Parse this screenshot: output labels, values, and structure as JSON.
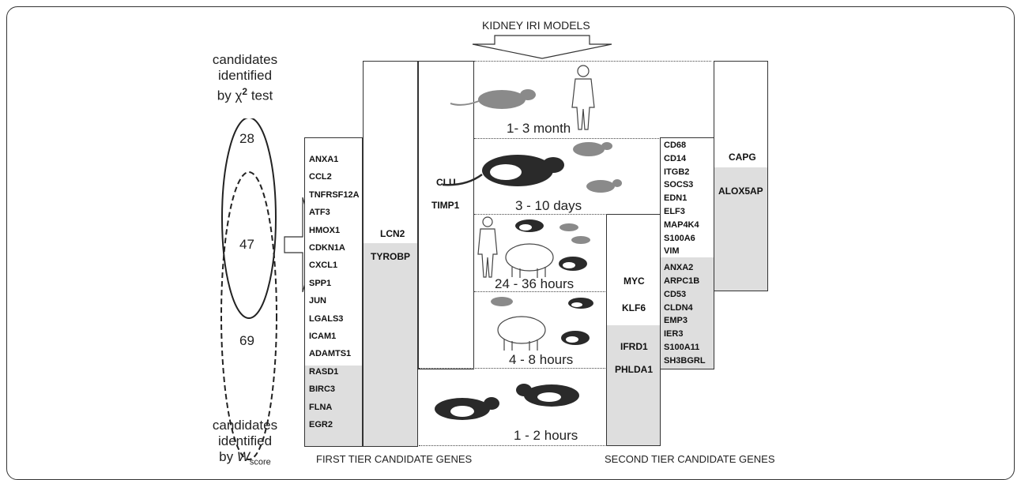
{
  "top_title": "KIDNEY IRI MODELS",
  "chi_label": {
    "line1": "candidates",
    "line2": "identified",
    "line3_prefix": "by ",
    "line3_symbol": "χ",
    "line3_sup": "2",
    "line3_suffix": " test"
  },
  "wscore_label": {
    "line1": "candidates",
    "line2": "identified",
    "line3_prefix": "by ",
    "line3_symbol": "W",
    "line3_sub": "score"
  },
  "venn_counts": {
    "chi_only": "28",
    "overlap": "47",
    "wscore_only": "69"
  },
  "first_tier_list_white": [
    "ANXA1",
    "CCL2",
    "TNFRSF12A",
    "ATF3",
    "HMOX1",
    "CDKN1A",
    "CXCL1",
    "SPP1",
    "JUN",
    "LGALS3",
    "ICAM1",
    "ADAMTS1"
  ],
  "first_tier_list_gray": [
    "RASD1",
    "BIRC3",
    "FLNA",
    "EGR2"
  ],
  "col_lcn2": {
    "white": "LCN2",
    "gray": "TYROBP"
  },
  "col_clu": {
    "line1": "CLU",
    "line2": "TIMP1"
  },
  "col_myc": {
    "white1": "MYC",
    "white2": "KLF6",
    "gray1": "IFRD1",
    "gray2": "PHLDA1"
  },
  "second_tier_list_white": [
    "CD68",
    "CD14",
    "ITGB2",
    "SOCS3",
    "EDN1",
    "ELF3",
    "MAP4K4",
    "S100A6",
    "VIM"
  ],
  "second_tier_list_gray": [
    "ANXA2",
    "ARPC1B",
    "CD53",
    "CLDN4",
    "EMP3",
    "IER3",
    "S100A11",
    "SH3BGRL"
  ],
  "col_capg": {
    "white": "CAPG",
    "gray": "ALOX5AP"
  },
  "time_bands": [
    "1- 3 month",
    "3 - 10 days",
    "24 - 36 hours",
    "4 - 8 hours",
    "1 - 2 hours"
  ],
  "first_tier_caption": "FIRST TIER CANDIDATE GENES",
  "second_tier_caption": "SECOND TIER CANDIDATE GENES",
  "colors": {
    "shade": "#dedede",
    "line": "#333333",
    "rat_dark": "#2a2a2a",
    "rat_gray": "#8a8a8a"
  }
}
